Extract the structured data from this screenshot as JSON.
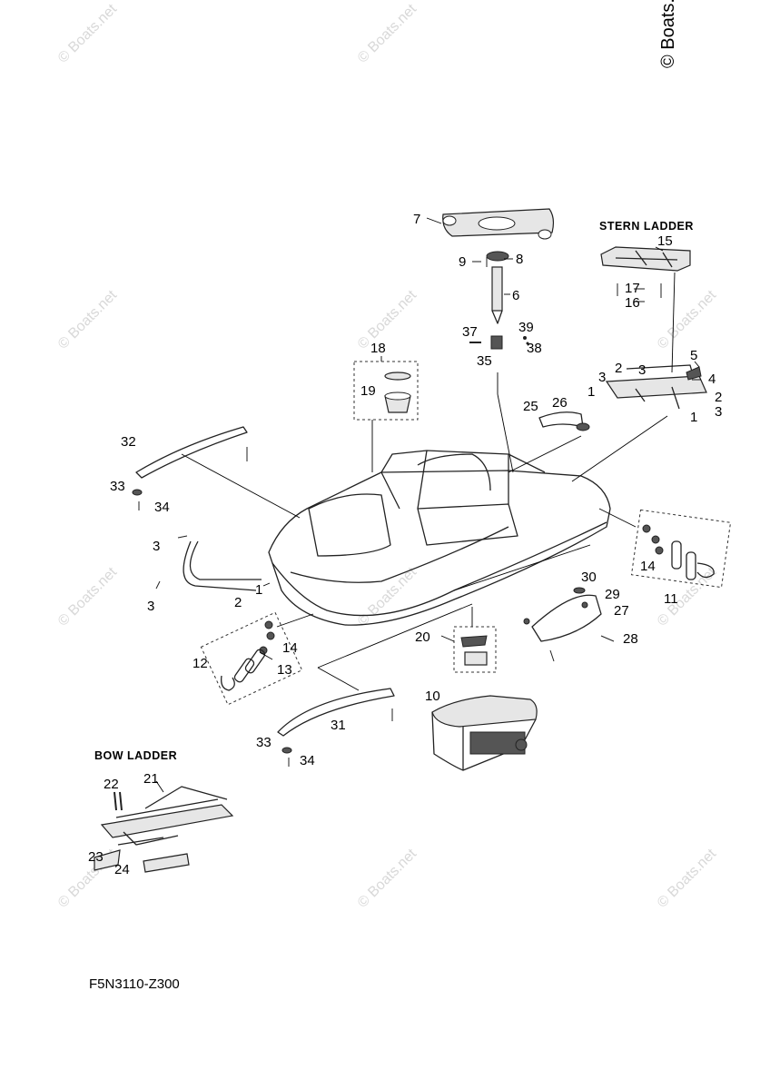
{
  "copyright": "© Boats.net",
  "watermark": "© Boats.net",
  "section_titles": {
    "stern_ladder": "STERN LADDER",
    "bow_ladder": "BOW LADDER"
  },
  "figure_code": "F5N3110-Z300",
  "callouts": {
    "c7": "7",
    "c8": "8",
    "c9": "9",
    "c6": "6",
    "c37": "37",
    "c39": "39",
    "c38": "38",
    "c35": "35",
    "c15": "15",
    "c17": "17",
    "c16": "16",
    "c5": "5",
    "c4": "4",
    "c3a": "3",
    "c2a": "2",
    "c3b": "3",
    "c1a": "1",
    "c2b": "2",
    "c1b": "1",
    "c3c": "3",
    "c18": "18",
    "c19": "19",
    "c25": "25",
    "c26": "26",
    "c32": "32",
    "c33a": "33",
    "c34a": "34",
    "c3d": "3",
    "c3e": "3",
    "c2c": "2",
    "c1c": "1",
    "c14a": "14",
    "c11": "11",
    "c30": "30",
    "c29": "29",
    "c27": "27",
    "c28": "28",
    "c20": "20",
    "c14b": "14",
    "c12": "12",
    "c13": "13",
    "c10": "10",
    "c31": "31",
    "c33b": "33",
    "c34b": "34",
    "c22": "22",
    "c21": "21",
    "c23": "23",
    "c24": "24"
  }
}
